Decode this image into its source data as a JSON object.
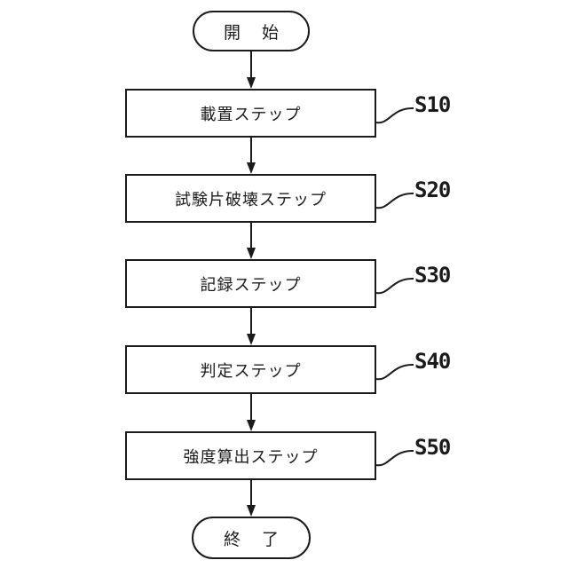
{
  "figure": {
    "type": "flowchart",
    "background_color": "#ffffff",
    "ink_color": "#1b1b1b"
  },
  "terminals": {
    "start": {
      "label": "開 始"
    },
    "end": {
      "label": "終 了"
    }
  },
  "steps": [
    {
      "label": "載置ステップ",
      "tag": "S10"
    },
    {
      "label": "試験片破壊ステップ",
      "tag": "S20"
    },
    {
      "label": "記録ステップ",
      "tag": "S30"
    },
    {
      "label": "判定ステップ",
      "tag": "S40"
    },
    {
      "label": "強度算出ステップ",
      "tag": "S50"
    }
  ]
}
